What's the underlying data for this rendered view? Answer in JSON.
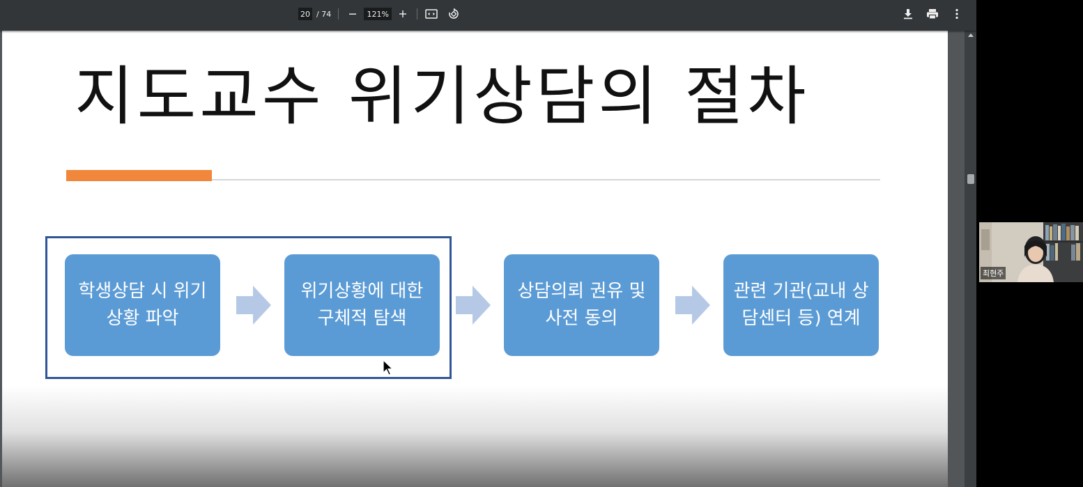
{
  "toolbar": {
    "current_page": "20",
    "total_pages": "/ 74",
    "zoom": "121%",
    "icons": [
      "minus-icon",
      "plus-icon",
      "fit-page-icon",
      "rotate-icon",
      "download-icon",
      "print-icon",
      "more-vert-icon"
    ]
  },
  "slide": {
    "title": "지도교수 위기상담의 절차",
    "accent_color": "#f0873a",
    "box_color": "#5b9bd5",
    "frame_color": "#2f5597",
    "steps": [
      "학생상담 시 위기 상황 파악",
      "위기상황에 대한 구체적 탐색",
      "상담의뢰 권유 및 사전 동의",
      "관련 기관(교내 상담센터 등) 연계"
    ]
  },
  "video": {
    "participant_name": "최현주"
  }
}
